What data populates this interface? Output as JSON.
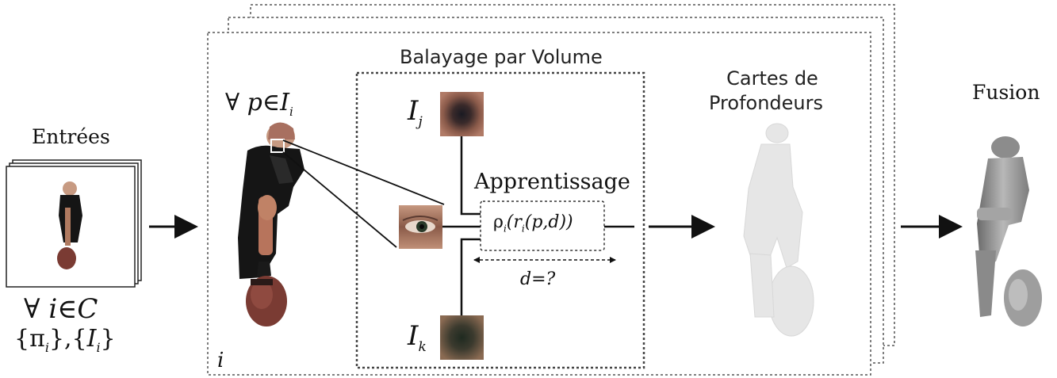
{
  "inputs": {
    "title": "Entrées",
    "cond_forall": "∀",
    "cond_var": "i",
    "cond_in": "∈",
    "cond_set": "C",
    "params": "{π",
    "params_sub": "i",
    "params_close": "},{",
    "images": "I",
    "images_sub": "i",
    "images_close": "}"
  },
  "stage": {
    "pixel_forall": "∀",
    "pixel_var": "p",
    "pixel_in": "∈",
    "pixel_set": "I",
    "pixel_set_sub": "i",
    "index_label": "i"
  },
  "sweep": {
    "title": "Balayage par Volume",
    "patch_top_label": "I",
    "patch_top_sub": "j",
    "patch_bottom_label": "I",
    "patch_bottom_sub": "k",
    "learning_label": "Apprentissage",
    "formula": "ρ",
    "formula_sub": "i",
    "formula_rest": "(r",
    "formula_sub2": "i",
    "formula_tail": "(p,d))",
    "depth_question": "d=?"
  },
  "depth_maps": {
    "title_line1": "Cartes de",
    "title_line2": "Profondeurs"
  },
  "fusion": {
    "title": "Fusion"
  },
  "colors": {
    "stroke": "#222222",
    "dotted": "#555555",
    "coat": "#151515",
    "suitcase": "#7a3b33",
    "skin": "#c79a82",
    "depth_grey": "#e4e4e4",
    "mesh_grey": "#9a9a9a"
  }
}
